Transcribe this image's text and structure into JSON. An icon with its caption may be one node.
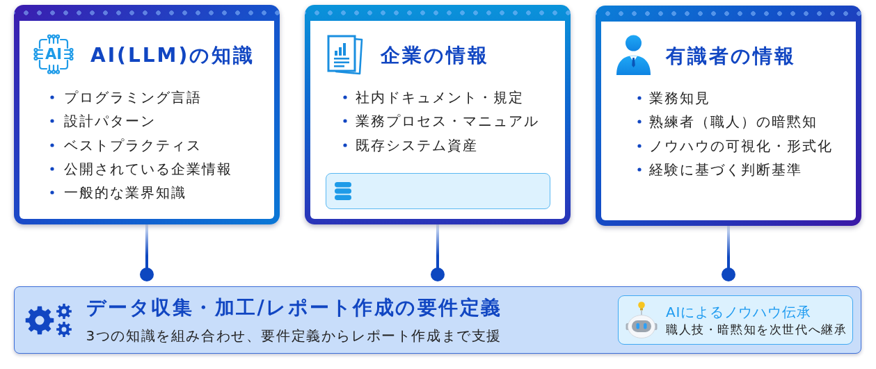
{
  "diagram": {
    "nodes": [
      {
        "text": [
          "AI(LLM)の知識",
          "プログラミング言語",
          "設計パターン",
          "ベストプラクティス",
          "公開されている企業情報",
          "一般的な業界知識"
        ]
      },
      {
        "text": [
          "企業の情報",
          "社内ドキュメント・規定",
          "業務プロセス・マニュアル",
          "既存システム資産"
        ]
      },
      {
        "text": [],
        "shape": "box",
        "in": 1
      },
      {
        "text": [
          "有識者の情報",
          "業務知見",
          "熟練者（職人）の暗黙知",
          "ノウハウの可視化・形式化",
          "経験に基づく判断基準"
        ]
      },
      {
        "text": [
          "データ収集・加工/レポート作成の要件定義",
          "3つの知識を組み合わせ、要件定義からレポート作成まで支援"
        ]
      },
      {
        "text": [
          "AIによるノウハウ伝承",
          "職人技・暗黙知を次世代へ継承"
        ],
        "in": 4
      }
    ],
    "edges": [
      {
        "from": 0,
        "to": 4,
        "arrow": "other"
      },
      {
        "from": 1,
        "to": 4,
        "arrow": "other"
      },
      {
        "from": 3,
        "to": 4,
        "arrow": "other"
      }
    ],
    "labels": [
      "AI"
    ]
  }
}
